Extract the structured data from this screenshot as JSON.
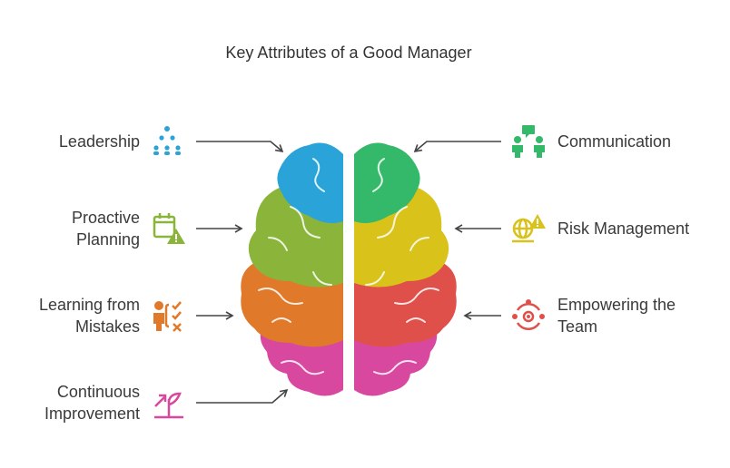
{
  "title": "Key Attributes of a Good Manager",
  "attributes": [
    {
      "label": "Leadership",
      "icon": "hierarchy-icon",
      "color": "#2aa3d8"
    },
    {
      "label": "Proactive Planning",
      "icon": "calendar-warning-icon",
      "color": "#8ab53a"
    },
    {
      "label": "Learning from Mistakes",
      "icon": "person-checklist-icon",
      "color": "#e07a2a"
    },
    {
      "label": "Continuous Improvement",
      "icon": "growth-sprout-icon",
      "color": "#d8489e"
    },
    {
      "label": "Communication",
      "icon": "people-chat-icon",
      "color": "#34b86a"
    },
    {
      "label": "Risk Management",
      "icon": "globe-warning-icon",
      "color": "#d9c21a"
    },
    {
      "label": "Empowering the Team",
      "icon": "team-gear-icon",
      "color": "#e0504a"
    }
  ],
  "palette": {
    "blue": "#2aa3d8",
    "green_light": "#8ab53a",
    "orange": "#e07a2a",
    "pink": "#d8489e",
    "green": "#34b86a",
    "yellow": "#d9c21a",
    "red": "#e0504a",
    "arrow": "#444444"
  }
}
